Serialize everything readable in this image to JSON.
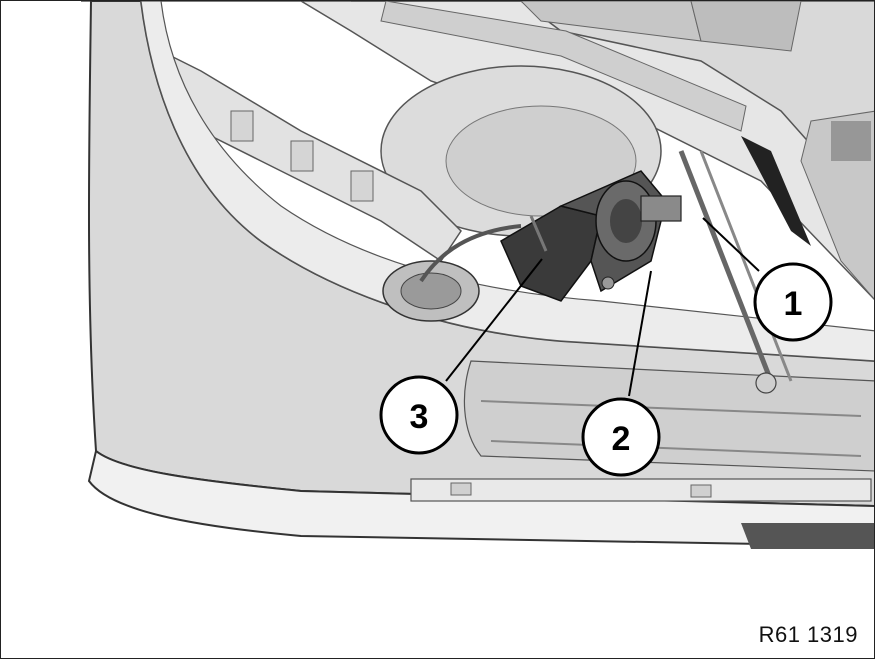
{
  "callouts": [
    {
      "label": "1"
    },
    {
      "label": "2"
    },
    {
      "label": "3"
    }
  ],
  "reference_code": "R61 1319",
  "colors": {
    "bumper_light": "#ececec",
    "bumper_mid": "#d6d6d6",
    "bumper_dark": "#9a9a9a",
    "component_dark": "#3a3a3a",
    "outline": "#111111"
  }
}
